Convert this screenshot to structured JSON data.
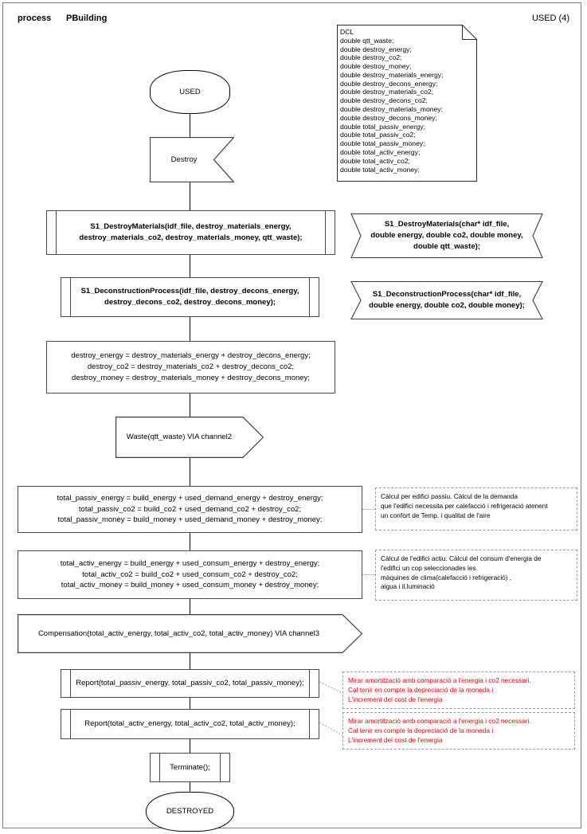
{
  "header": {
    "keyword": "process",
    "process_name": "PBuilding",
    "state_label": "USED (4)"
  },
  "note": {
    "title": "DCL",
    "declarations": [
      "double qtt_waste;",
      "double destroy_energy;",
      "double destroy_co2;",
      "double destroy_money;",
      "double destroy_materials_energy;",
      "double destroy_decons_energy;",
      "double destroy_materials_co2;",
      "double destroy_decons_co2;",
      "double destroy_materials_money;",
      "double destroy_decons_money;",
      "double total_passiv_energy;",
      "double total_passiv_co2;",
      "double total_passiv_money;",
      "double total_activ_energy;",
      "double total_activ_co2;",
      "double total_activ_money;"
    ],
    "text": "DCL\ndouble qtt_waste;\ndouble destroy_energy;\ndouble destroy_co2;\ndouble destroy_money;\ndouble destroy_materials_energy;\ndouble destroy_decons_energy;\ndouble destroy_materials_co2;\ndouble destroy_decons_co2;\ndouble destroy_materials_money;\ndouble destroy_decons_money;\ndouble total_passiv_energy;\ndouble total_passiv_co2;\ndouble total_passiv_money;\ndouble total_activ_energy;\ndouble total_activ_co2;\ndouble total_activ_money;"
  },
  "flow": {
    "start_state": "USED",
    "input_signal": "Destroy",
    "call_destroy_materials": "S1_DestroyMaterials(idf_file, destroy_materials_energy,\ndestroy_materials_co2, destroy_materials_money, qtt_waste);",
    "call_deconstruction": "S1_DeconstructionProcess(idf_file, destroy_decons_energy,\ndestroy_decons_co2, destroy_decons_money);",
    "task_destroy_totals": "destroy_energy = destroy_materials_energy + destroy_decons_energy;\ndestroy_co2 = destroy_materials_co2 + destroy_decons_co2;\ndestroy_money = destroy_materials_money + destroy_decons_money;",
    "output_waste": "Waste(qtt_waste) VIA channel2",
    "task_total_passiv": "total_passiv_energy = build_energy + used_demand_energy + destroy_energy;\ntotal_passiv_co2 = build_co2 + used_demand_co2 + destroy_co2;\ntotal_passiv_money =  build_money + used_demand_money + destroy_money;",
    "task_total_activ": "total_activ_energy = build_energy + used_consum_energy + destroy_energy;\ntotal_activ_co2 =  build_co2 + used_consum_co2 + destroy_co2;\ntotal_activ_money = build_money + used_consum_money + destroy_money;",
    "output_compensation": "Compensation(total_activ_energy, total_activ_co2, total_activ_money) VIA channel3",
    "call_report_passiv": "Report(total_passiv_energy, total_passiv_co2, total_passiv_money);",
    "call_report_activ": "Report(total_activ_energy, total_activ_co2, total_activ_money);",
    "call_terminate": "Terminate();",
    "end_state": "DESTROYED"
  },
  "signatures": {
    "destroy_materials": "S1_DestroyMaterials(char* idf_file,\ndouble energy, double co2, double money,\ndouble qtt_waste);",
    "deconstruction": "S1_DeconstructionProcess(char* idf_file,\ndouble energy, double co2, double money);"
  },
  "comments": {
    "passiv": "Càlcul per edifici passiu. Càlcul de la demanda\nque l'edifici necessita per calefacció i refrigeració atenent\nun confort de Temp.  i qualitat de l'aire",
    "activ": "Càlcul de l'edifici actiu. Càlcul del consum d'energia de\nl'edifici un cop seleccionades les\nmàquines de clima(calefacció i refrigeració) ,\naigua i il.luminació",
    "report_passiv": "Mirar amortització amb comparació a l'energia i co2 necessari.\nCal tenir en compte la depreciació de la moneda i\nL'increment del cost de l'energia",
    "report_activ": "Mirar amortització amb comparació a l'energia i co2 necessari.\nCal tenir en compte la depreciació de la moneda i\nL'increment del cost de l'energia"
  },
  "colors": {
    "comment_red": "#ff0000",
    "line": "#000000",
    "shape_border": "#4a4a4a",
    "dash_border": "#9a9a9a"
  }
}
